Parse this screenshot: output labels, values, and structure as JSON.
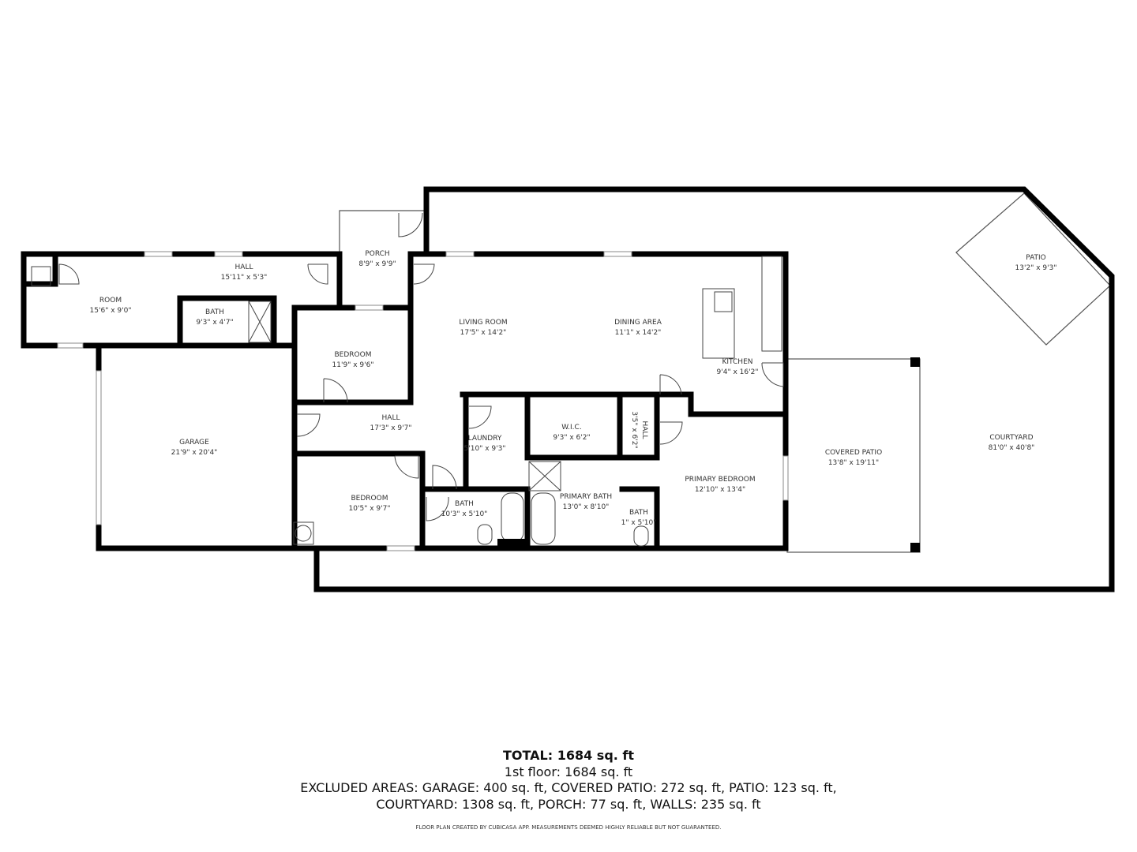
{
  "rooms": {
    "porch": {
      "name": "PORCH",
      "dims": "8'9\" x 9'9\""
    },
    "hall_upper": {
      "name": "HALL",
      "dims": "15'11\" x 5'3\""
    },
    "room": {
      "name": "ROOM",
      "dims": "15'6\" x 9'0\""
    },
    "bath_left": {
      "name": "BATH",
      "dims": "9'3\" x 4'7\""
    },
    "bedroom_1": {
      "name": "BEDROOM",
      "dims": "11'9\" x 9'6\""
    },
    "garage": {
      "name": "GARAGE",
      "dims": "21'9\" x 20'4\""
    },
    "hall_mid": {
      "name": "HALL",
      "dims": "17'3\" x 9'7\""
    },
    "bedroom_2": {
      "name": "BEDROOM",
      "dims": "10'5\" x 9'7\""
    },
    "living_room": {
      "name": "LIVING ROOM",
      "dims": "17'5\" x 14'2\""
    },
    "dining_area": {
      "name": "DINING AREA",
      "dims": "11'1\" x 14'2\""
    },
    "kitchen": {
      "name": "KITCHEN",
      "dims": "9'4\" x 16'2\""
    },
    "laundry": {
      "name": "LAUNDRY",
      "dims": "5'10\" x 9'3\""
    },
    "wic": {
      "name": "W.I.C.",
      "dims": "9'3\" x 6'2\""
    },
    "hall_small": {
      "name": "HALL",
      "dims": "3'5\" x 6'2\""
    },
    "bath_mid": {
      "name": "BATH",
      "dims": "10'3\" x 5'10\""
    },
    "primary_bath": {
      "name": "PRIMARY BATH",
      "dims": "13'0\" x 8'10\""
    },
    "bath_small": {
      "name": "BATH",
      "dims": "1\" x 5'10\""
    },
    "primary_bedroom": {
      "name": "PRIMARY BEDROOM",
      "dims": "12'10\" x 13'4\""
    },
    "covered_patio": {
      "name": "COVERED PATIO",
      "dims": "13'8\" x 19'11\""
    },
    "patio": {
      "name": "PATIO",
      "dims": "13'2\" x 9'3\""
    },
    "courtyard": {
      "name": "COURTYARD",
      "dims": "81'0\" x 40'8\""
    }
  },
  "summary": {
    "total": "TOTAL: 1684 sq. ft",
    "floor": "1st floor: 1684 sq. ft",
    "excluded_1": "EXCLUDED AREAS: GARAGE: 400 sq. ft, COVERED PATIO: 272 sq. ft, PATIO: 123 sq. ft,",
    "excluded_2": "COURTYARD: 1308 sq. ft, PORCH: 77 sq. ft, WALLS: 235 sq. ft",
    "credit": "FLOOR PLAN CREATED BY CUBICASA APP. MEASUREMENTS DEEMED HIGHLY RELIABLE BUT NOT GUARANTEED."
  }
}
